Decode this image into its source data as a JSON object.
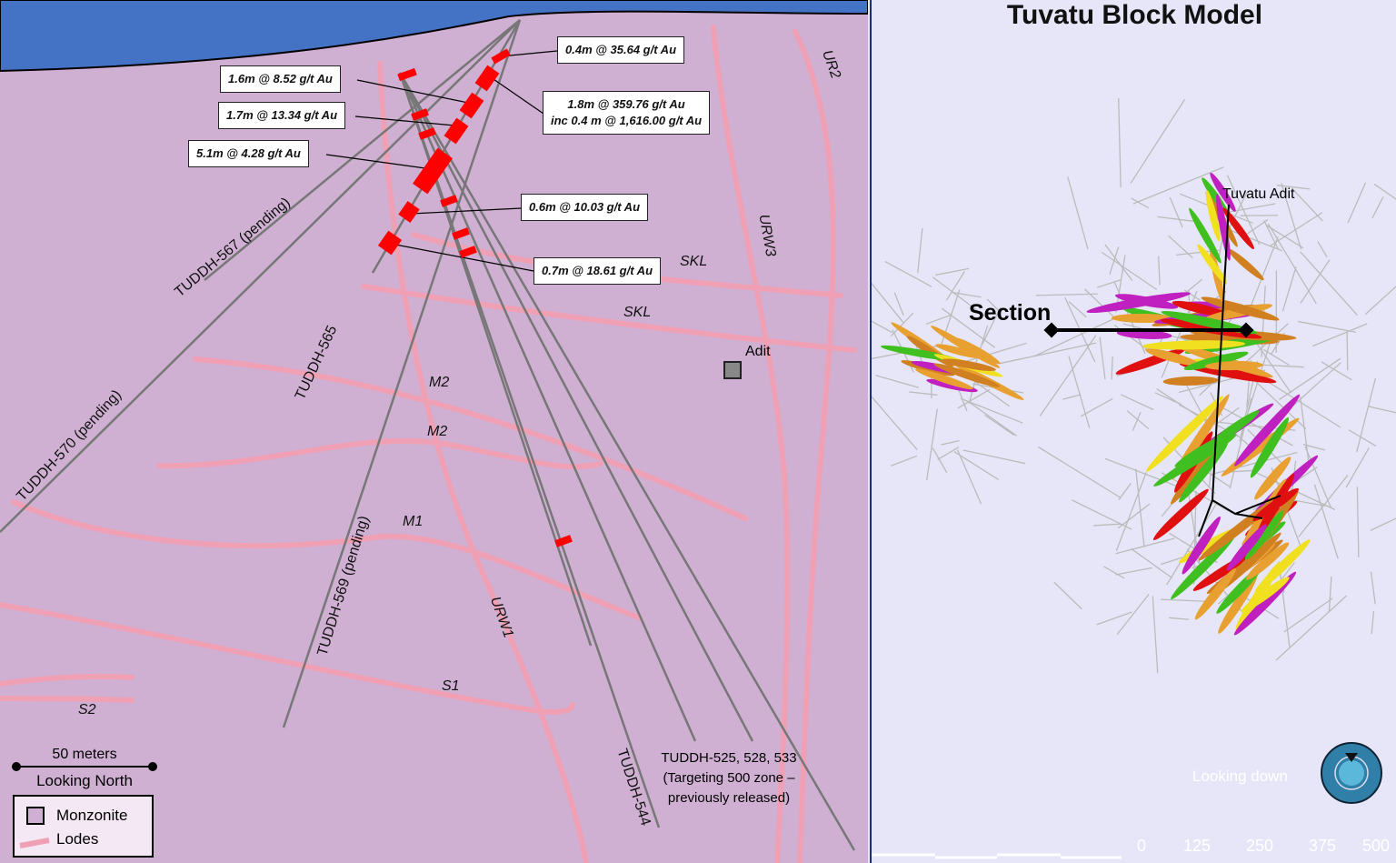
{
  "section": {
    "intercepts": [
      {
        "id": "i1",
        "text": "0.4m @ 35.64 g/t Au"
      },
      {
        "id": "i2",
        "text": "1.6m @ 8.52 g/t Au"
      },
      {
        "id": "i3",
        "text": "1.8m @ 359.76 g/t Au",
        "text2": "inc 0.4 m @ 1,616.00 g/t Au"
      },
      {
        "id": "i4",
        "text": "1.7m @ 13.34 g/t Au"
      },
      {
        "id": "i5",
        "text": "5.1m @ 4.28 g/t Au"
      },
      {
        "id": "i6",
        "text": "0.6m @ 10.03 g/t Au"
      },
      {
        "id": "i7",
        "text": "0.7m @ 18.61 g/t Au"
      }
    ],
    "drillholes": [
      "TUDDH-570 (pending)",
      "TUDDH-567 (pending)",
      "TUDDH-565",
      "TUDDH-569 (pending)",
      "TUDDH-544",
      "TUDDH-525, 528, 533",
      "(Targeting 500 zone –",
      "previously released)"
    ],
    "lodes": [
      "UR2",
      "URW3",
      "SKL",
      "SKL",
      "M2",
      "M2",
      "M1",
      "URW1",
      "S1",
      "S2"
    ],
    "adit": "Adit",
    "scale": {
      "label": "50 meters",
      "view": "Looking North"
    },
    "legend": {
      "monzonite": "Monzonite",
      "lodes": "Lodes"
    },
    "colors": {
      "monzonite": "#cfb0d2",
      "lode": "#f0a0b4",
      "sea": "#4472c4",
      "intercept": "#ff0000"
    }
  },
  "block_model": {
    "title": "Tuvatu Block Model",
    "adit_label": "Tuvatu Adit",
    "section_label": "Section",
    "view": "Looking down",
    "scale_ticks": [
      "0",
      "125",
      "250",
      "375",
      "500"
    ]
  }
}
